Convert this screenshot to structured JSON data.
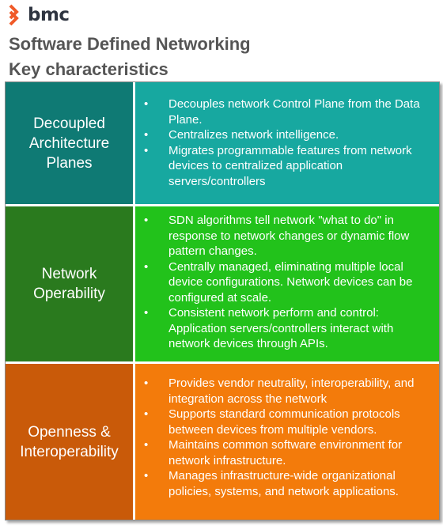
{
  "brand": {
    "logo_text": "bmc",
    "icon": "bmc-chevron-logo-icon",
    "accent": "#f05a28"
  },
  "header": {
    "title": "Software Defined Networking",
    "subtitle": "Key characteristics"
  },
  "rows": [
    {
      "label": "Decoupled Architecture Planes",
      "label_color": "#0f7a74",
      "body_color": "#17a8a0",
      "bullets": [
        "Decouples network Control Plane from the Data Plane.",
        "Centralizes network intelligence.",
        "Migrates programmable features from network devices to centralized application servers/controllers"
      ]
    },
    {
      "label": "Network Operability",
      "label_color": "#2a7a1e",
      "body_color": "#22c21b",
      "bullets": [
        "SDN algorithms tell network \"what to do\" in response to network changes or dynamic flow pattern changes.",
        "Centrally managed, eliminating multiple local device configurations. Network devices can be configured at scale.",
        "Consistent network perform and control: Application servers/controllers interact with network devices through APIs."
      ]
    },
    {
      "label": "Openness & Interoperability",
      "label_color": "#c95a09",
      "body_color": "#f37b0b",
      "bullets": [
        "Provides vendor neutrality, interoperability, and integration across the network",
        "Supports standard communication protocols between devices from multiple vendors.",
        "Maintains common software environment for network infrastructure.",
        "Manages infrastructure-wide organizational policies, systems, and network applications."
      ]
    }
  ]
}
